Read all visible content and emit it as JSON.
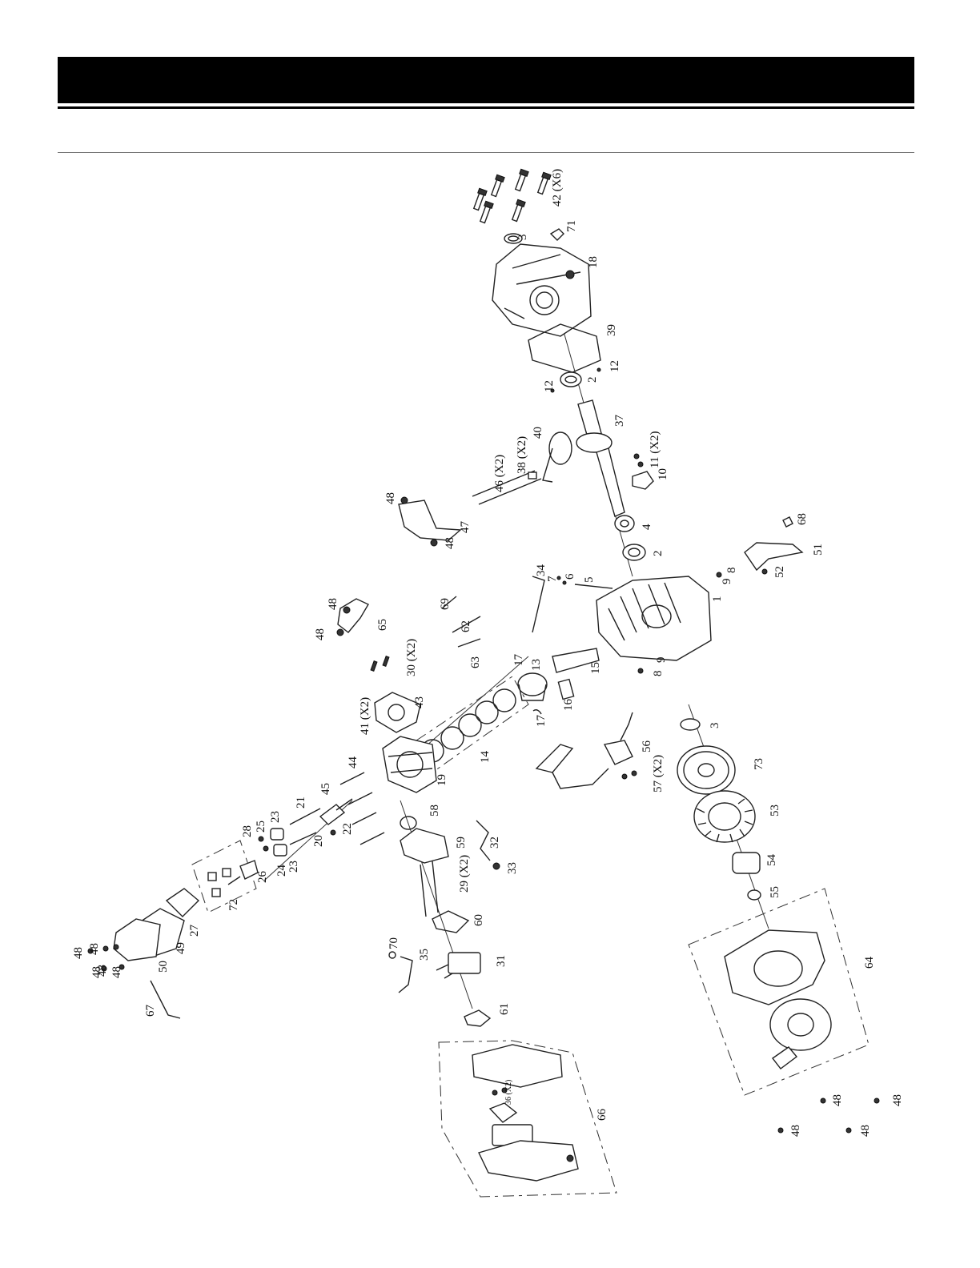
{
  "page": {
    "header_title": "",
    "subtitle": ""
  },
  "labels": [
    {
      "id": "42",
      "text": "42 (X6)"
    },
    {
      "id": "71",
      "text": "71"
    },
    {
      "id": "3a",
      "text": "3"
    },
    {
      "id": "18",
      "text": "18"
    },
    {
      "id": "39",
      "text": "39"
    },
    {
      "id": "2a",
      "text": "2"
    },
    {
      "id": "12a",
      "text": "12"
    },
    {
      "id": "12b",
      "text": "12"
    },
    {
      "id": "37",
      "text": "37"
    },
    {
      "id": "40",
      "text": "40"
    },
    {
      "id": "38",
      "text": "38 (X2)"
    },
    {
      "id": "46",
      "text": "46 (X2)"
    },
    {
      "id": "11",
      "text": "11 (X2)"
    },
    {
      "id": "10",
      "text": "10"
    },
    {
      "id": "48a",
      "text": "48"
    },
    {
      "id": "47",
      "text": "47"
    },
    {
      "id": "48b",
      "text": "48"
    },
    {
      "id": "4",
      "text": "4"
    },
    {
      "id": "2b",
      "text": "2"
    },
    {
      "id": "68",
      "text": "68"
    },
    {
      "id": "51",
      "text": "51"
    },
    {
      "id": "52",
      "text": "52"
    },
    {
      "id": "34",
      "text": "34"
    },
    {
      "id": "7",
      "text": "7"
    },
    {
      "id": "6",
      "text": "6"
    },
    {
      "id": "5",
      "text": "5"
    },
    {
      "id": "1",
      "text": "1"
    },
    {
      "id": "9a",
      "text": "9"
    },
    {
      "id": "8a",
      "text": "8"
    },
    {
      "id": "69",
      "text": "69"
    },
    {
      "id": "62",
      "text": "62"
    },
    {
      "id": "63",
      "text": "63"
    },
    {
      "id": "48c",
      "text": "48"
    },
    {
      "id": "48d",
      "text": "48"
    },
    {
      "id": "65",
      "text": "65"
    },
    {
      "id": "30",
      "text": "30 (X2)"
    },
    {
      "id": "17a",
      "text": "17"
    },
    {
      "id": "13",
      "text": "13"
    },
    {
      "id": "15",
      "text": "15"
    },
    {
      "id": "9b",
      "text": "9"
    },
    {
      "id": "8b",
      "text": "8"
    },
    {
      "id": "16",
      "text": "16"
    },
    {
      "id": "17b",
      "text": "17"
    },
    {
      "id": "41",
      "text": "41 (X2)"
    },
    {
      "id": "43",
      "text": "43"
    },
    {
      "id": "3b",
      "text": "3"
    },
    {
      "id": "14",
      "text": "14"
    },
    {
      "id": "56",
      "text": "56"
    },
    {
      "id": "57",
      "text": "57 (X2)"
    },
    {
      "id": "73",
      "text": "73"
    },
    {
      "id": "44",
      "text": "44"
    },
    {
      "id": "19",
      "text": "19"
    },
    {
      "id": "45",
      "text": "45"
    },
    {
      "id": "21",
      "text": "21"
    },
    {
      "id": "22",
      "text": "22"
    },
    {
      "id": "58",
      "text": "58"
    },
    {
      "id": "28",
      "text": "28"
    },
    {
      "id": "25",
      "text": "25"
    },
    {
      "id": "23a",
      "text": "23"
    },
    {
      "id": "20",
      "text": "20"
    },
    {
      "id": "32",
      "text": "32"
    },
    {
      "id": "53",
      "text": "53"
    },
    {
      "id": "24",
      "text": "24"
    },
    {
      "id": "23b",
      "text": "23"
    },
    {
      "id": "26",
      "text": "26"
    },
    {
      "id": "59",
      "text": "59"
    },
    {
      "id": "33",
      "text": "33"
    },
    {
      "id": "54",
      "text": "54"
    },
    {
      "id": "29",
      "text": "29 (X2)"
    },
    {
      "id": "72",
      "text": "72"
    },
    {
      "id": "55",
      "text": "55"
    },
    {
      "id": "60",
      "text": "60"
    },
    {
      "id": "27",
      "text": "27"
    },
    {
      "id": "49",
      "text": "49"
    },
    {
      "id": "70",
      "text": "70"
    },
    {
      "id": "35",
      "text": "35"
    },
    {
      "id": "31",
      "text": "31"
    },
    {
      "id": "64",
      "text": "64"
    },
    {
      "id": "48e",
      "text": "48"
    },
    {
      "id": "48f",
      "text": "48"
    },
    {
      "id": "50",
      "text": "50"
    },
    {
      "id": "48g",
      "text": "48"
    },
    {
      "id": "48h",
      "text": "48"
    },
    {
      "id": "48i",
      "text": "48"
    },
    {
      "id": "67",
      "text": "67"
    },
    {
      "id": "61",
      "text": "61"
    },
    {
      "id": "36",
      "text": "36 (X2)"
    },
    {
      "id": "66",
      "text": "66"
    },
    {
      "id": "48j",
      "text": "48"
    },
    {
      "id": "48k",
      "text": "48"
    },
    {
      "id": "48l",
      "text": "48"
    },
    {
      "id": "48m",
      "text": "48"
    }
  ]
}
